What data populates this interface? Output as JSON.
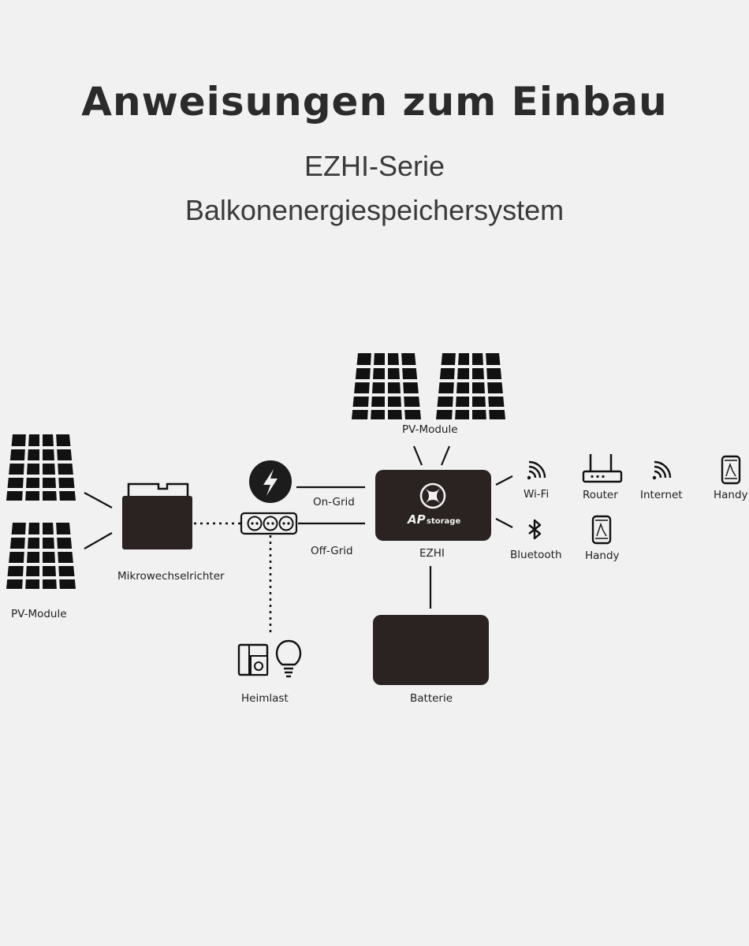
{
  "header": {
    "title": "Anweisungen zum Einbau",
    "subtitle_line1": "EZHI-Serie",
    "subtitle_line2": "Balkonenergiespeichersystem"
  },
  "diagram": {
    "pv_modules_left_label": "PV-Module",
    "microinverter_label": "Mikrowechselrichter",
    "on_grid_label": "On-Grid",
    "off_grid_label": "Off-Grid",
    "home_load_label": "Heimlast",
    "pv_modules_top_label": "PV-Module",
    "ezhi_label": "EZHI",
    "ezhi_brand_ap": "AP",
    "ezhi_brand_storage": "storage",
    "battery_label": "Batterie",
    "wifi_label": "Wi-Fi",
    "router_label": "Router",
    "internet_label": "Internet",
    "handy_top_label": "Handy",
    "bluetooth_label": "Bluetooth",
    "handy_bottom_label": "Handy"
  },
  "colors": {
    "device_fill": "#2a2321",
    "background": "#f2f1f1",
    "text": "#222222"
  }
}
